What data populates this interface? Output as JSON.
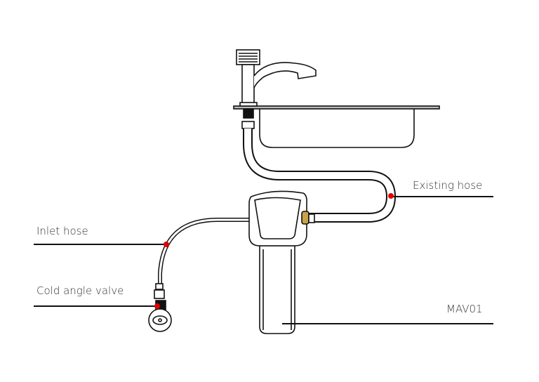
{
  "labels": {
    "existing_hose": "Existing hose",
    "inlet_hose": "Inlet hose",
    "cold_angle_valve": "Cold angle valve",
    "model": "MAV01"
  },
  "colors": {
    "marker": "#e00000",
    "line": "#111111",
    "brass": "#c9a24a"
  }
}
